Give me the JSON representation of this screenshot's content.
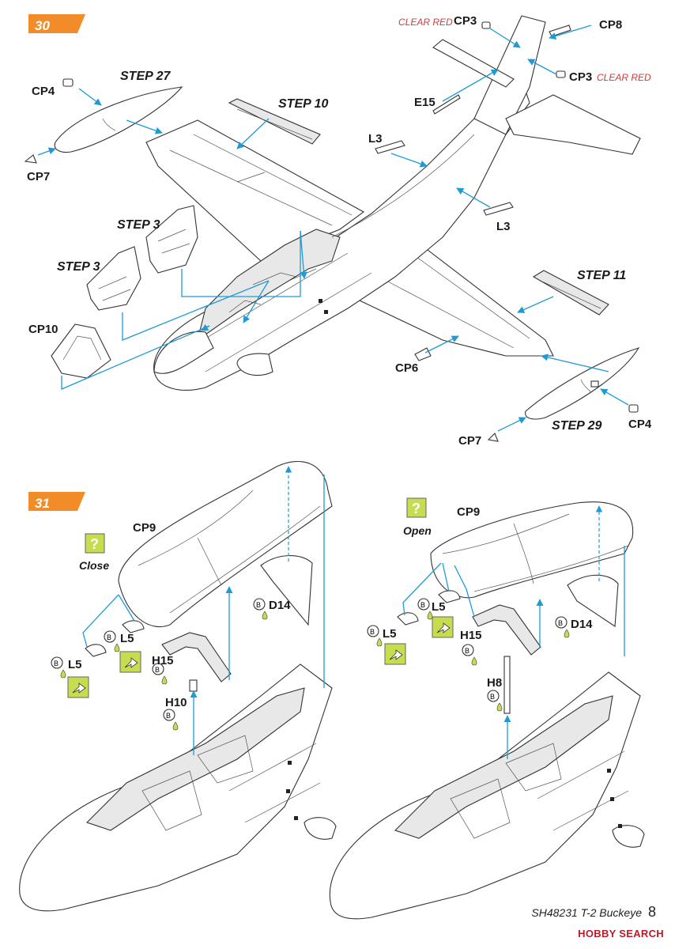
{
  "steps": {
    "s30": "30",
    "s31": "31"
  },
  "labels": {
    "step27": "STEP 27",
    "step10": "STEP 10",
    "step3a": "STEP 3",
    "step3b": "STEP 3",
    "step11": "STEP 11",
    "step29": "STEP 29",
    "clear_red_a": "CLEAR RED",
    "clear_red_b": "CLEAR RED",
    "cp3a": "CP3",
    "cp3b": "CP3",
    "cp8": "CP8",
    "cp4a": "CP4",
    "cp4b": "CP4",
    "cp7a": "CP7",
    "cp7b": "CP7",
    "cp10": "CP10",
    "cp6": "CP6",
    "e15": "E15",
    "l3a": "L3",
    "l3b": "L3",
    "cp9a": "CP9",
    "cp9b": "CP9",
    "close": "Close",
    "open": "Open",
    "l5a": "L5",
    "l5b": "L5",
    "l5c": "L5",
    "l5d": "L5",
    "h15a": "H15",
    "h15b": "H15",
    "h10": "H10",
    "h8": "H8",
    "d14a": "D14",
    "d14b": "D14"
  },
  "footer": {
    "title": "SH48231 T-2 Buckeye",
    "page": "8"
  },
  "watermark": "HOBBY SEARCH",
  "colors": {
    "badge": "#f28c28",
    "arrow": "#1e9ad6",
    "info_box": "#c8dc50",
    "clear_red": "#d23a3a"
  }
}
